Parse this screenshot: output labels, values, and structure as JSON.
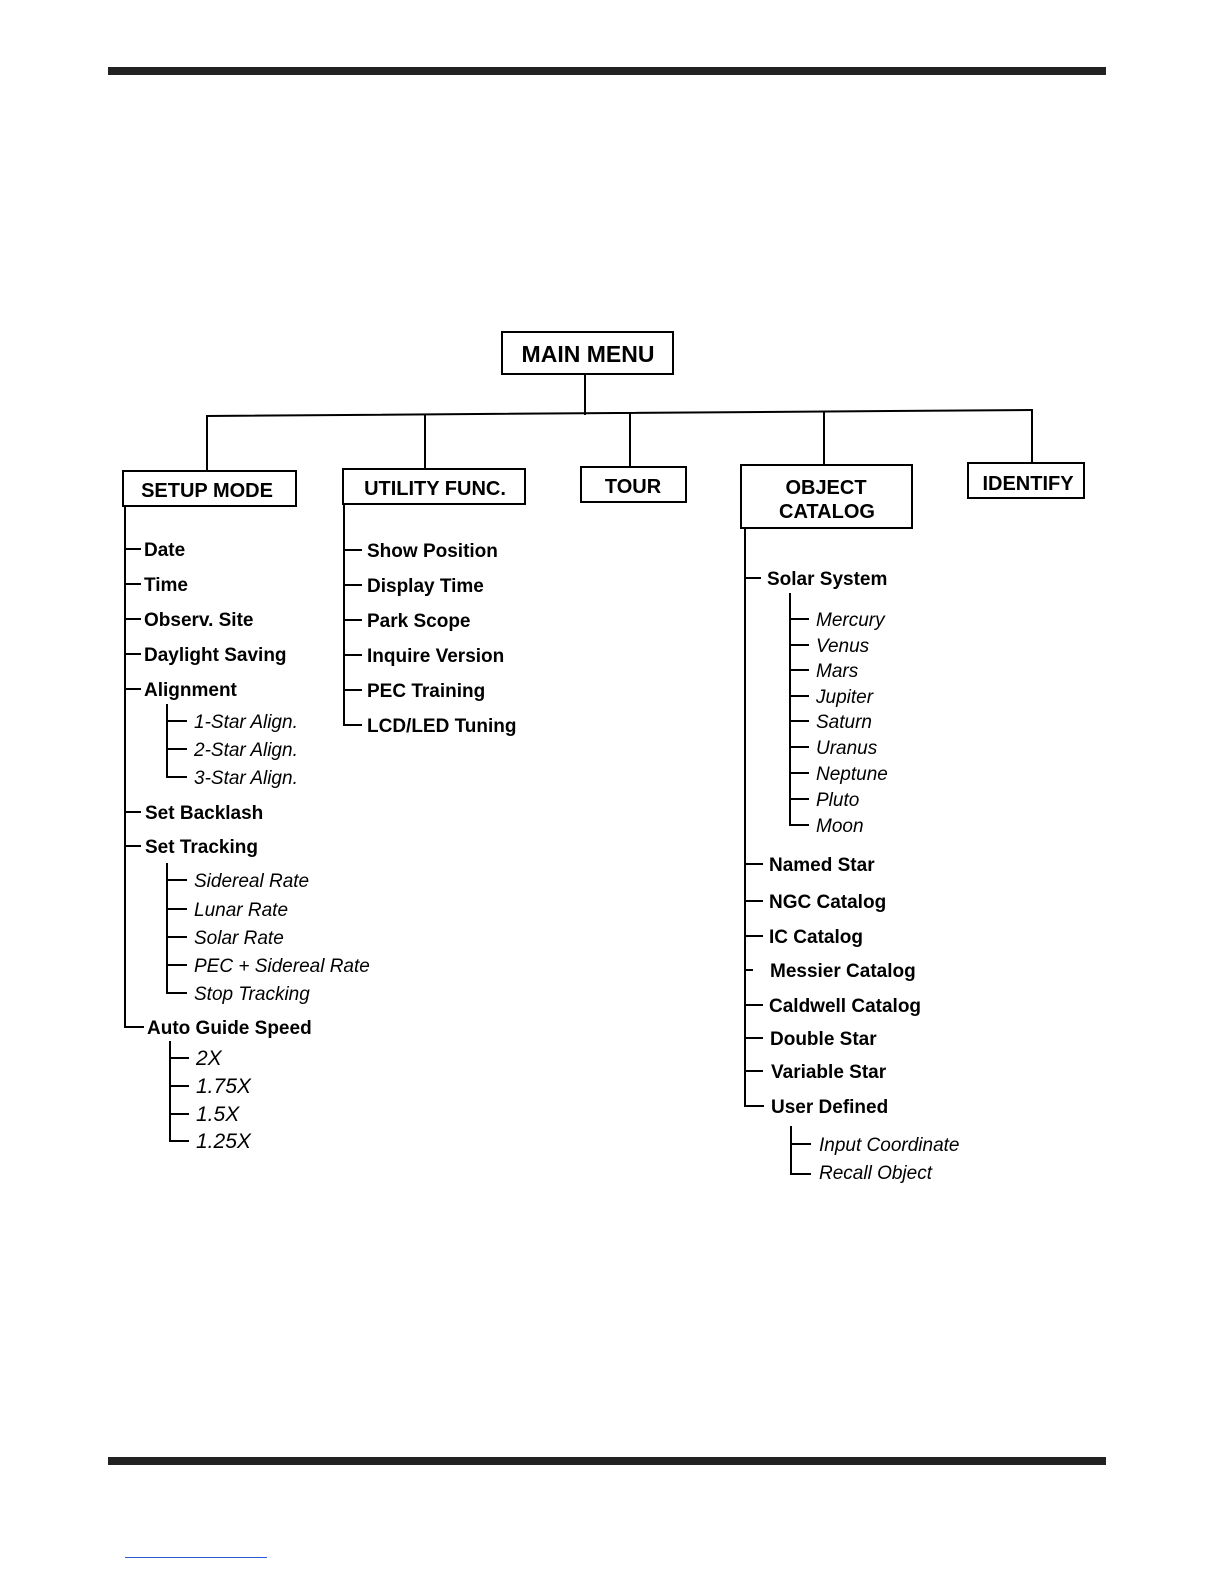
{
  "main_menu": "MAIN MENU",
  "setup_mode": {
    "title": "SETUP MODE",
    "items": [
      "Date",
      "Time",
      "Observ. Site",
      "Daylight Saving",
      "Alignment",
      "Set Backlash",
      "Set Tracking",
      "Auto Guide Speed"
    ],
    "alignment_options": [
      "1-Star Align.",
      "2-Star Align.",
      "3-Star Align."
    ],
    "tracking_options": [
      "Sidereal Rate",
      "Lunar Rate",
      "Solar Rate",
      "PEC + Sidereal Rate",
      "Stop Tracking"
    ],
    "guide_speed_options": [
      "2X",
      "1.75X",
      "1.5X",
      "1.25X"
    ]
  },
  "utility_func": {
    "title": "UTILITY FUNC.",
    "items": [
      "Show Position",
      "Display Time",
      "Park Scope",
      "Inquire Version",
      "PEC Training",
      "LCD/LED Tuning"
    ]
  },
  "tour": {
    "title": "TOUR"
  },
  "object_catalog": {
    "title_line1": "OBJECT",
    "title_line2": "CATALOG",
    "items": [
      "Solar System",
      "Named Star",
      "NGC Catalog",
      "IC Catalog",
      "Messier Catalog",
      "Caldwell Catalog",
      "Double Star",
      "Variable Star",
      "User Defined"
    ],
    "solar_system_options": [
      "Mercury",
      "Venus",
      "Mars",
      "Jupiter",
      "Saturn",
      "Uranus",
      "Neptune",
      "Pluto",
      "Moon"
    ],
    "user_defined_options": [
      "Input Coordinate",
      "Recall Object"
    ]
  },
  "identify": {
    "title": "IDENTIFY"
  }
}
